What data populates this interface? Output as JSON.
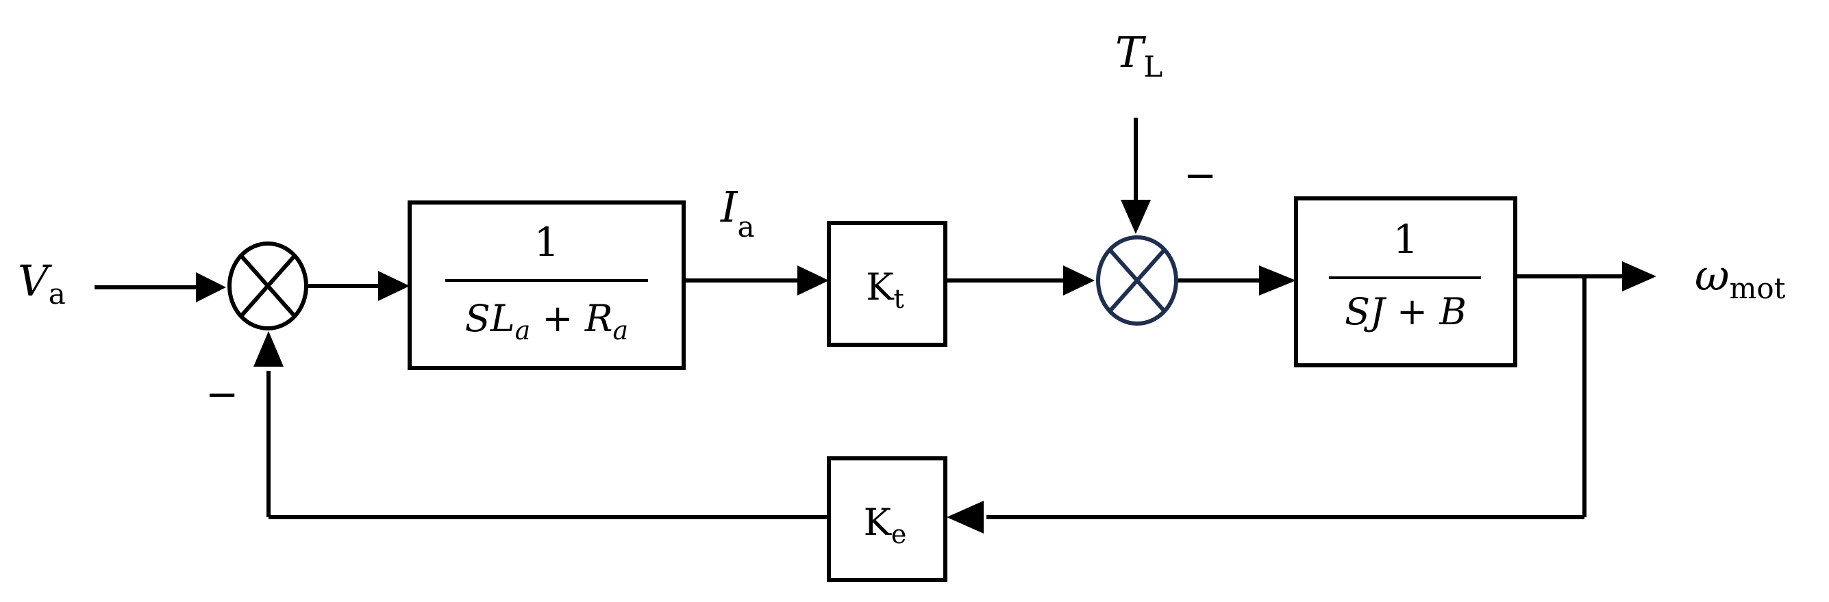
{
  "signals": {
    "input": {
      "main": "V",
      "sub": "a"
    },
    "current": {
      "main": "I",
      "sub": "a"
    },
    "load_torque": {
      "main": "T",
      "sub": "L"
    },
    "output": {
      "main": "ω",
      "sub": "mot"
    }
  },
  "blocks": {
    "electrical": {
      "numerator": "1",
      "d1": "SL",
      "d1sub": "a",
      "op": " + ",
      "d2": "R",
      "d2sub": "a"
    },
    "torque_constant": {
      "main": "K",
      "sub": "t"
    },
    "mechanical": {
      "numerator": "1",
      "d1": "SJ",
      "op": " + ",
      "d2": "B"
    },
    "back_emf": {
      "main": "K",
      "sub": "e"
    }
  },
  "signs": {
    "feedback": "−",
    "load": "−"
  },
  "colors": {
    "line": "#000000",
    "summing_junction_2": "#1f2f4f"
  }
}
